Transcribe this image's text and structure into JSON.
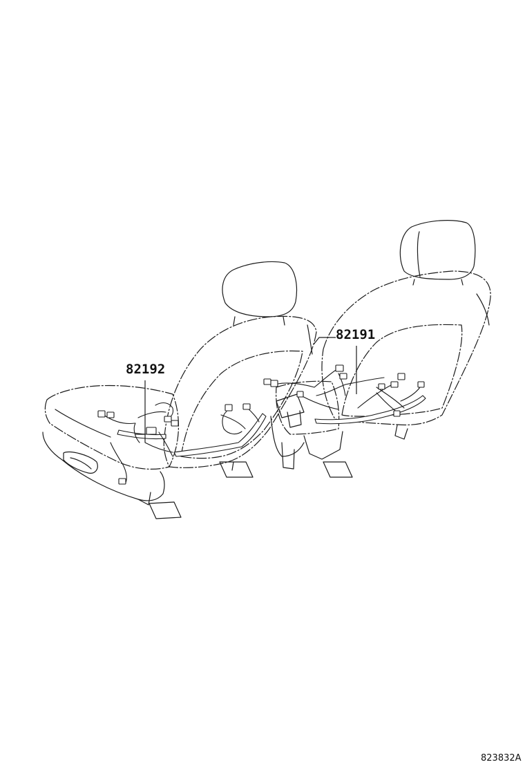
{
  "diagram": {
    "part_labels": {
      "left_seat_harness": "82192",
      "right_seat_harness": "82191"
    },
    "figure_id": "823832A"
  }
}
